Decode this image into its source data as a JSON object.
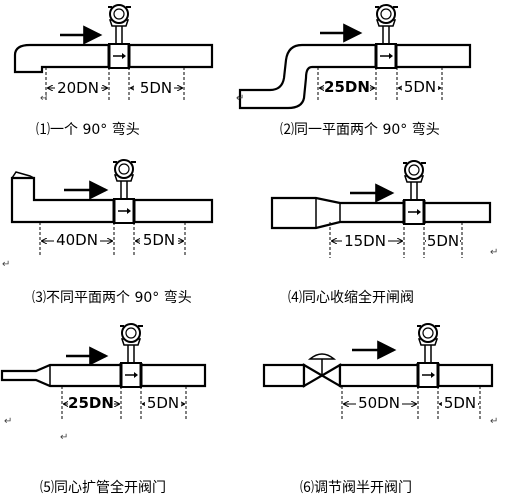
{
  "panels": [
    {
      "caption": "⑴一个 90° 弯头",
      "upstream": "20DN",
      "downstream": "5DN"
    },
    {
      "caption": "⑵同一平面两个 90° 弯头",
      "upstream": "25DN",
      "downstream": "5DN"
    },
    {
      "caption": "⑶不同平面两个 90° 弯头",
      "upstream": "40DN",
      "downstream": "5DN"
    },
    {
      "caption": "⑷同心收缩全开闸阀",
      "upstream": "15DN",
      "downstream": "5DN"
    },
    {
      "caption": "⑸同心扩管全开阀门",
      "upstream": "25DN",
      "downstream": "5DN"
    },
    {
      "caption": "⑹调节阀半开阀门",
      "upstream": "50DN",
      "downstream": "5DN"
    }
  ],
  "paragraph_mark": "↵"
}
